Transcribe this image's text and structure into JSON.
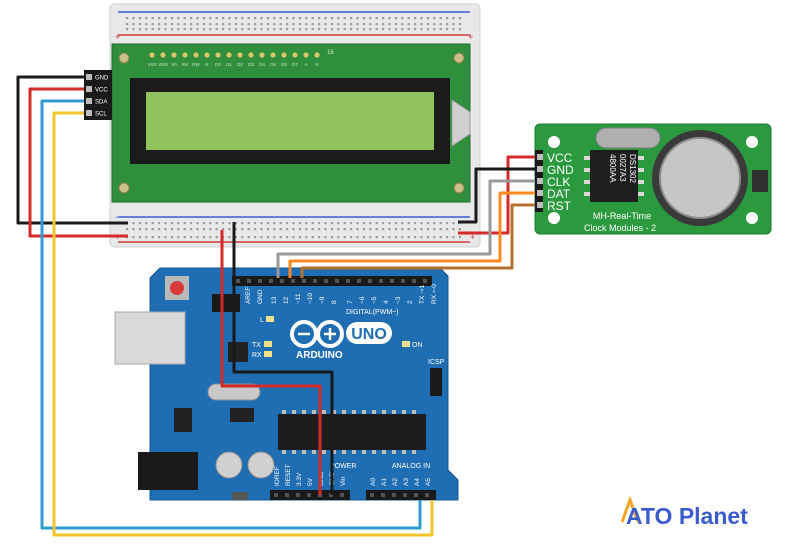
{
  "breadboard": {
    "rail_plus": "+",
    "rail_minus": "−"
  },
  "lcd": {
    "pin_labels": [
      "VSS",
      "VDD",
      "V0",
      "RS",
      "RW",
      "E",
      "D0",
      "D1",
      "D2",
      "D3",
      "D4",
      "D5",
      "D6",
      "D7",
      "A",
      "K"
    ],
    "pin_count_label": "16",
    "i2c_pins": [
      "GND",
      "VCC",
      "SDA",
      "SCL"
    ],
    "screen_color": "#8fc25f",
    "board_color": "#2f8f3d"
  },
  "rtc": {
    "pins": [
      "VCC",
      "GND",
      "CLK",
      "DAT",
      "RST"
    ],
    "chip_text": [
      "DS1302",
      "0027A3",
      "4800AA"
    ],
    "label_line1": "MH-Real-Time",
    "label_line2": "Clock Modules - 2",
    "board_color": "#2b9a3e"
  },
  "arduino": {
    "brand": "ARDUINO",
    "model": "UNO",
    "header_digital": "DIGITAL(PWM~)",
    "tx_rx_arrow": "TX ⇾1",
    "rx_arrow": "RX ⇽0",
    "aref": "AREF",
    "gnd": "GND",
    "pin13": "13",
    "pin12": "12",
    "pin11": "~11",
    "pin10": "~10",
    "pin9": "~9",
    "pin8": "8",
    "pin7": "7",
    "pin6": "~6",
    "pin5": "~5",
    "pin4": "4",
    "pin3": "~3",
    "pin2": "2",
    "led_l": "L",
    "led_tx": "TX",
    "led_rx": "RX",
    "led_on": "ON",
    "icsp": "ICSP",
    "power": "POWER",
    "analog_in": "ANALOG IN",
    "power_pins": [
      "IOREF",
      "RESET",
      "3.3V",
      "5V",
      "GND",
      "GND",
      "Vin"
    ],
    "analog_pins": [
      "A0",
      "A1",
      "A2",
      "A3",
      "A4",
      "A5"
    ],
    "board_color": "#1f6db3"
  },
  "brand": {
    "logo_text": "ATO Planet",
    "color": "#3a5bd1"
  }
}
